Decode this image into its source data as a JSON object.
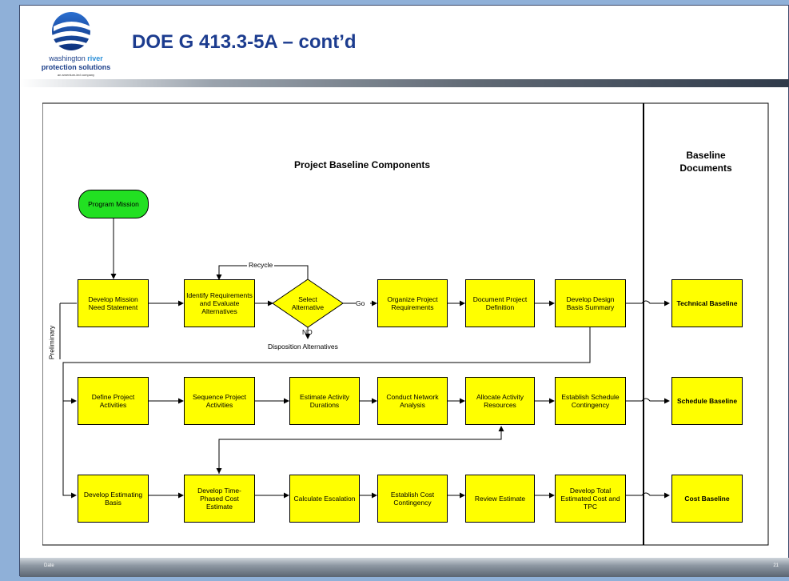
{
  "header": {
    "title": "DOE G 413.3-5A – cont’d",
    "logo": {
      "line1_plain": "washington ",
      "line1_accent": "river",
      "line2": "protection solutions",
      "line3": "an amentum-led company"
    }
  },
  "footer": {
    "date": "Date",
    "page": "21"
  },
  "diagram": {
    "section_title": "Project Baseline Components",
    "docs_title_1": "Baseline",
    "docs_title_2": "Documents",
    "start": "Program Mission",
    "row1": {
      "mission_need": "Develop Mission Need Statement",
      "identify": "Identify Requirements and Evaluate Alternatives",
      "select": "Select Alternative",
      "organize": "Organize Project Requirements",
      "document": "Document Project Definition",
      "design_basis": "Develop Design Basis Summary"
    },
    "row2": {
      "define": "Define Project Activities",
      "sequence": "Sequence Project Activities",
      "estimate_durations": "Estimate Activity Durations",
      "network": "Conduct Network Analysis",
      "allocate": "Allocate Activity Resources",
      "schedule_contingency": "Establish Schedule Contingency"
    },
    "row3": {
      "estimating_basis": "Develop Estimating Basis",
      "time_phased": "Develop Time-Phased Cost Estimate",
      "escalation": "Calculate Escalation",
      "cost_contingency": "Establish Cost Contingency",
      "review": "Review Estimate",
      "total": "Develop Total Estimated Cost and TPC"
    },
    "baselines": {
      "technical": "Technical Baseline",
      "schedule": "Schedule Baseline",
      "cost": "Cost Baseline"
    },
    "labels": {
      "recycle": "Recycle",
      "go": "Go",
      "no": "NO",
      "disposition": "Disposition Alternatives",
      "preliminary": "Preliminary"
    }
  }
}
